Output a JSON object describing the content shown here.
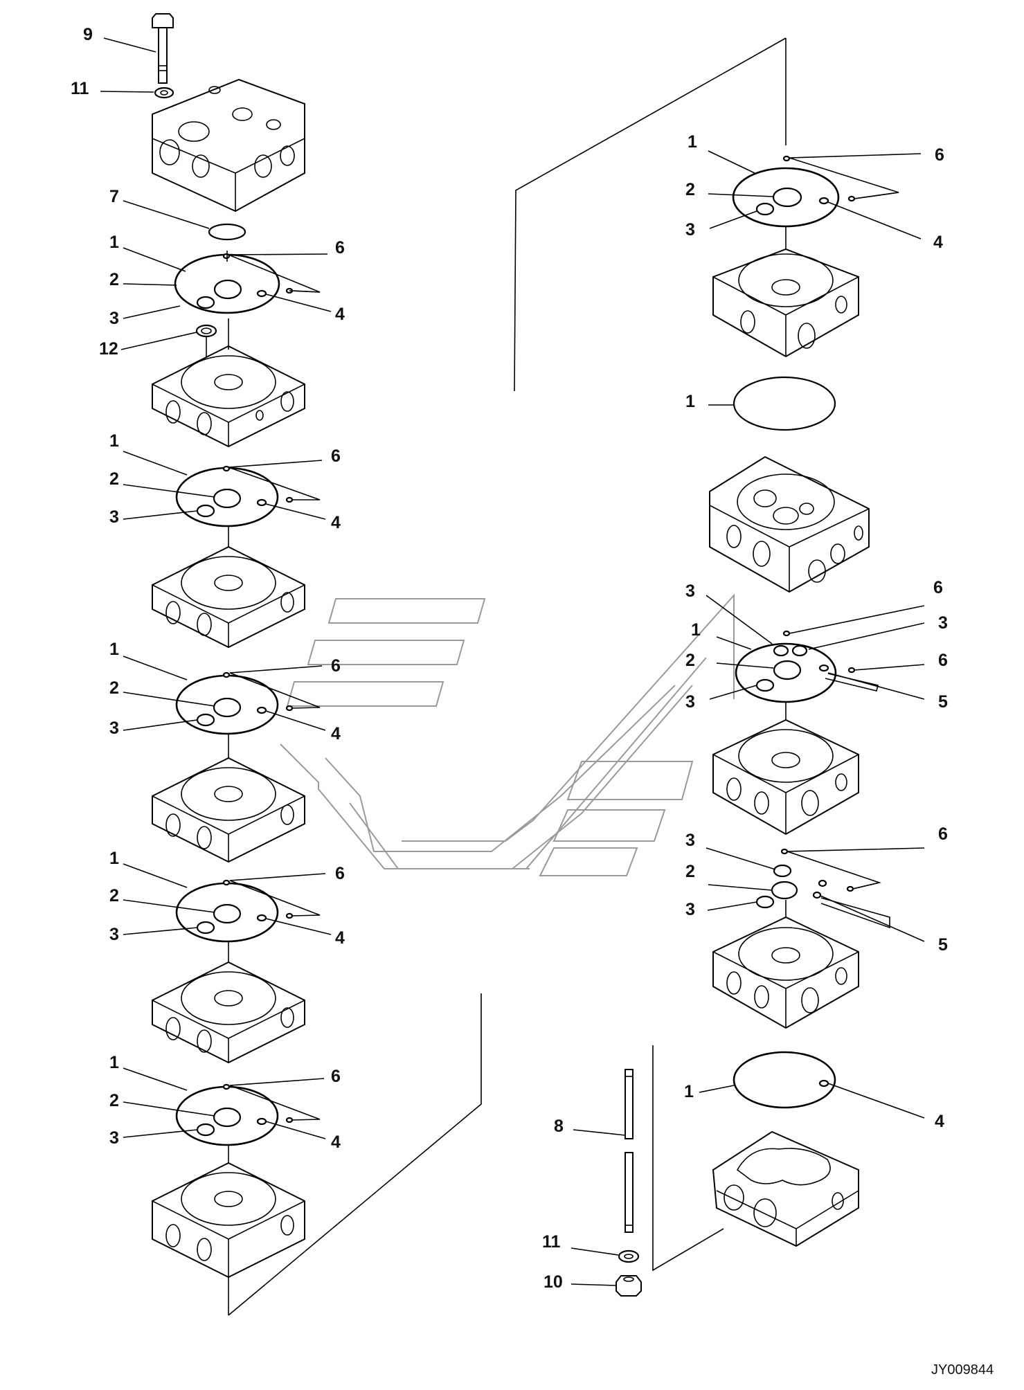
{
  "drawing_code": "JY009844",
  "callouts": {
    "c1": "1",
    "c2": "2",
    "c3": "3",
    "c4": "4",
    "c5": "5",
    "c6": "6",
    "c7": "7",
    "c8": "8",
    "c9": "9",
    "c10": "10",
    "c11": "11",
    "c12": "12"
  }
}
